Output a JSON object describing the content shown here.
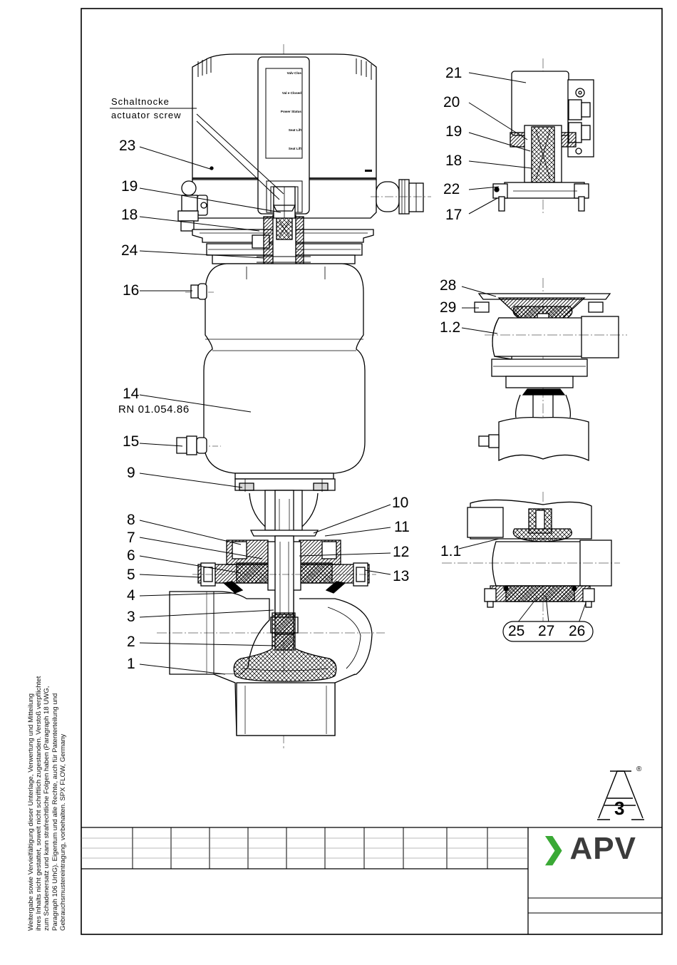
{
  "drawing": {
    "actuator_label_de": "Schaltnocke",
    "actuator_label_en": "actuator screw",
    "part_number_text": "RN 01.054.86",
    "control_head_legend": [
      "Valv Clos",
      "Val e Closed",
      "Power Status",
      "Seat Lift",
      "Seat Lift"
    ],
    "main_callouts": [
      "23",
      "19",
      "18",
      "24",
      "16",
      "14",
      "15",
      "9",
      "8",
      "7",
      "6",
      "5",
      "4",
      "3",
      "2",
      "1",
      "10",
      "11",
      "12",
      "13"
    ],
    "detail_a_callouts": [
      "21",
      "20",
      "19",
      "18",
      "22",
      "17"
    ],
    "detail_b_callouts": [
      "28",
      "29",
      "1.2"
    ],
    "detail_c_callouts": [
      "1.1",
      "25",
      "27",
      "26"
    ]
  },
  "logo": {
    "a3_mark": "3",
    "registered": "®",
    "brand_chevron": "❯",
    "brand": "APV",
    "brand_color": "#3aa935"
  },
  "copyright_lines": [
    "Weitergabe sowie Vervielfältigung dieser Unterlage, Verwertung und Mitteilung",
    "ihres Inhalts nicht gestattet, soweit nicht schriftlich zugestanden. Verstoß verpflichtet",
    "zum Schadenersatz und kann strafrechtliche Folgen haben (Paragraph 18 UWG,",
    "Paragraph 106 UrhG). Eigentum und alle Rechte, auch für Patenterteilung und",
    "Gebrauchsmustereintragung, vorbehalten. SPX FLOW, Germany"
  ]
}
